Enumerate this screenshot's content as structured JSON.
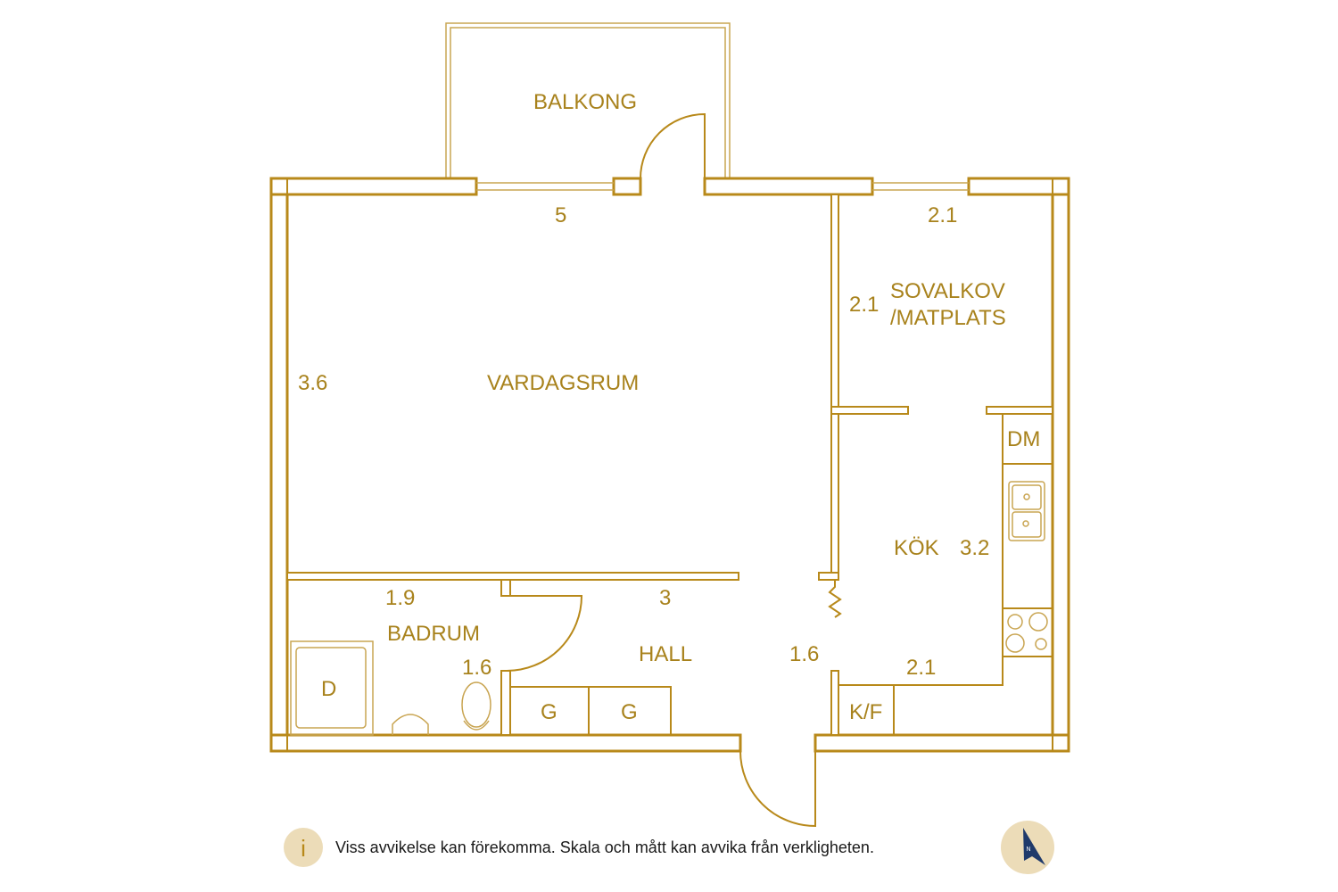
{
  "rooms": {
    "balkong": "BALKONG",
    "vardagsrum": "VARDAGSRUM",
    "sovalkov_line1": "SOVALKOV",
    "sovalkov_line2": "/MATPLATS",
    "kok": "KÖK",
    "badrum": "BADRUM",
    "hall": "HALL"
  },
  "fixtures": {
    "dm": "DM",
    "shower": "D",
    "closet1": "G",
    "closet2": "G",
    "fridge_freezer": "K/F"
  },
  "dimensions": {
    "vardagsrum_width": "5",
    "vardagsrum_depth": "3.6",
    "sovalkov_width": "2.1",
    "sovalkov_depth": "2.1",
    "kok_depth": "3.2",
    "kok_width": "2.1",
    "badrum_width": "1.9",
    "badrum_depth": "1.6",
    "hall_width": "3",
    "hall_depth": "1.6"
  },
  "footer": {
    "info_icon_text": "i",
    "disclaimer": "Viss avvikelse kan förekomma. Skala och mått kan avvika från verkligheten.",
    "compass_letter": "N"
  },
  "colors": {
    "line": "#b8891a",
    "text": "#a8821c",
    "badge": "#ecdcb8",
    "compass": "#1f3a6b"
  }
}
